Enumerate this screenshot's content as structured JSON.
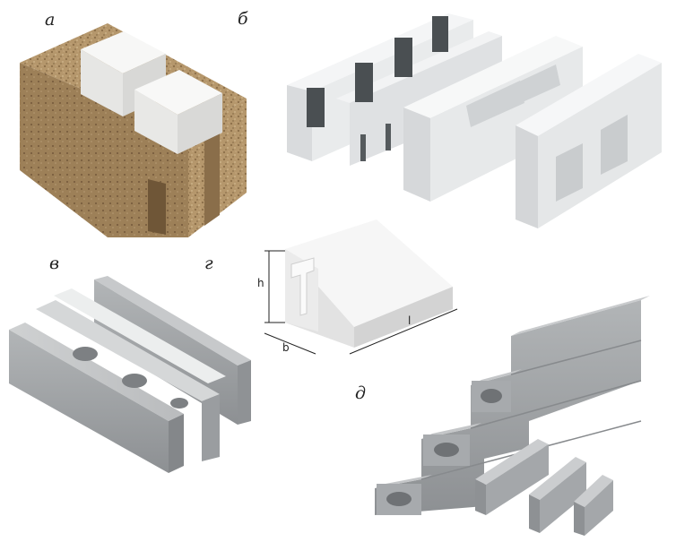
{
  "labels": {
    "a": "а",
    "b": "б",
    "v": "в",
    "g": "г",
    "d": "д"
  },
  "dimensions": {
    "h": "h",
    "b": "b",
    "l": "l"
  },
  "colors": {
    "background": "#ffffff",
    "wood_concrete": "#b89a72",
    "polystyrene": "#f1f2f3",
    "concrete": "#9fa2a5",
    "aerated": "#ececec"
  }
}
